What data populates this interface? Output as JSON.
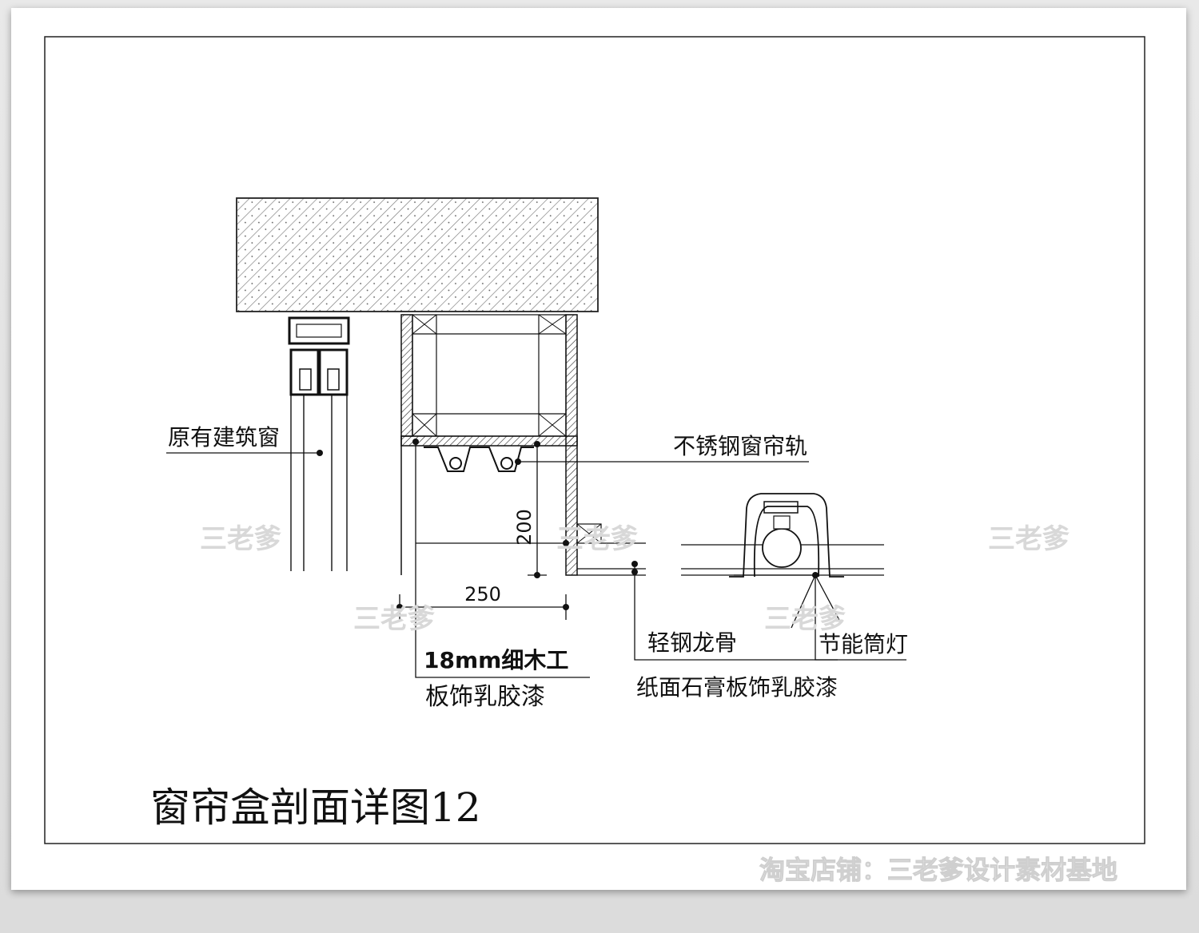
{
  "drawing": {
    "title": "窗帘盒剖面详图12",
    "labels": {
      "existing_window": "原有建筑窗",
      "curtain_rail": "不锈钢窗帘轨",
      "joinery_board_line1": "18mm细木工",
      "joinery_board_line2": "板饰乳胶漆",
      "light_steel_keel": "轻钢龙骨",
      "gypsum_board": "纸面石膏板饰乳胶漆",
      "downlight": "节能筒灯"
    },
    "dimensions": {
      "height": "200",
      "width": "250"
    }
  },
  "watermarks": {
    "stamp": "三老爹",
    "shop": "淘宝店铺：三老爹设计素材基地"
  }
}
